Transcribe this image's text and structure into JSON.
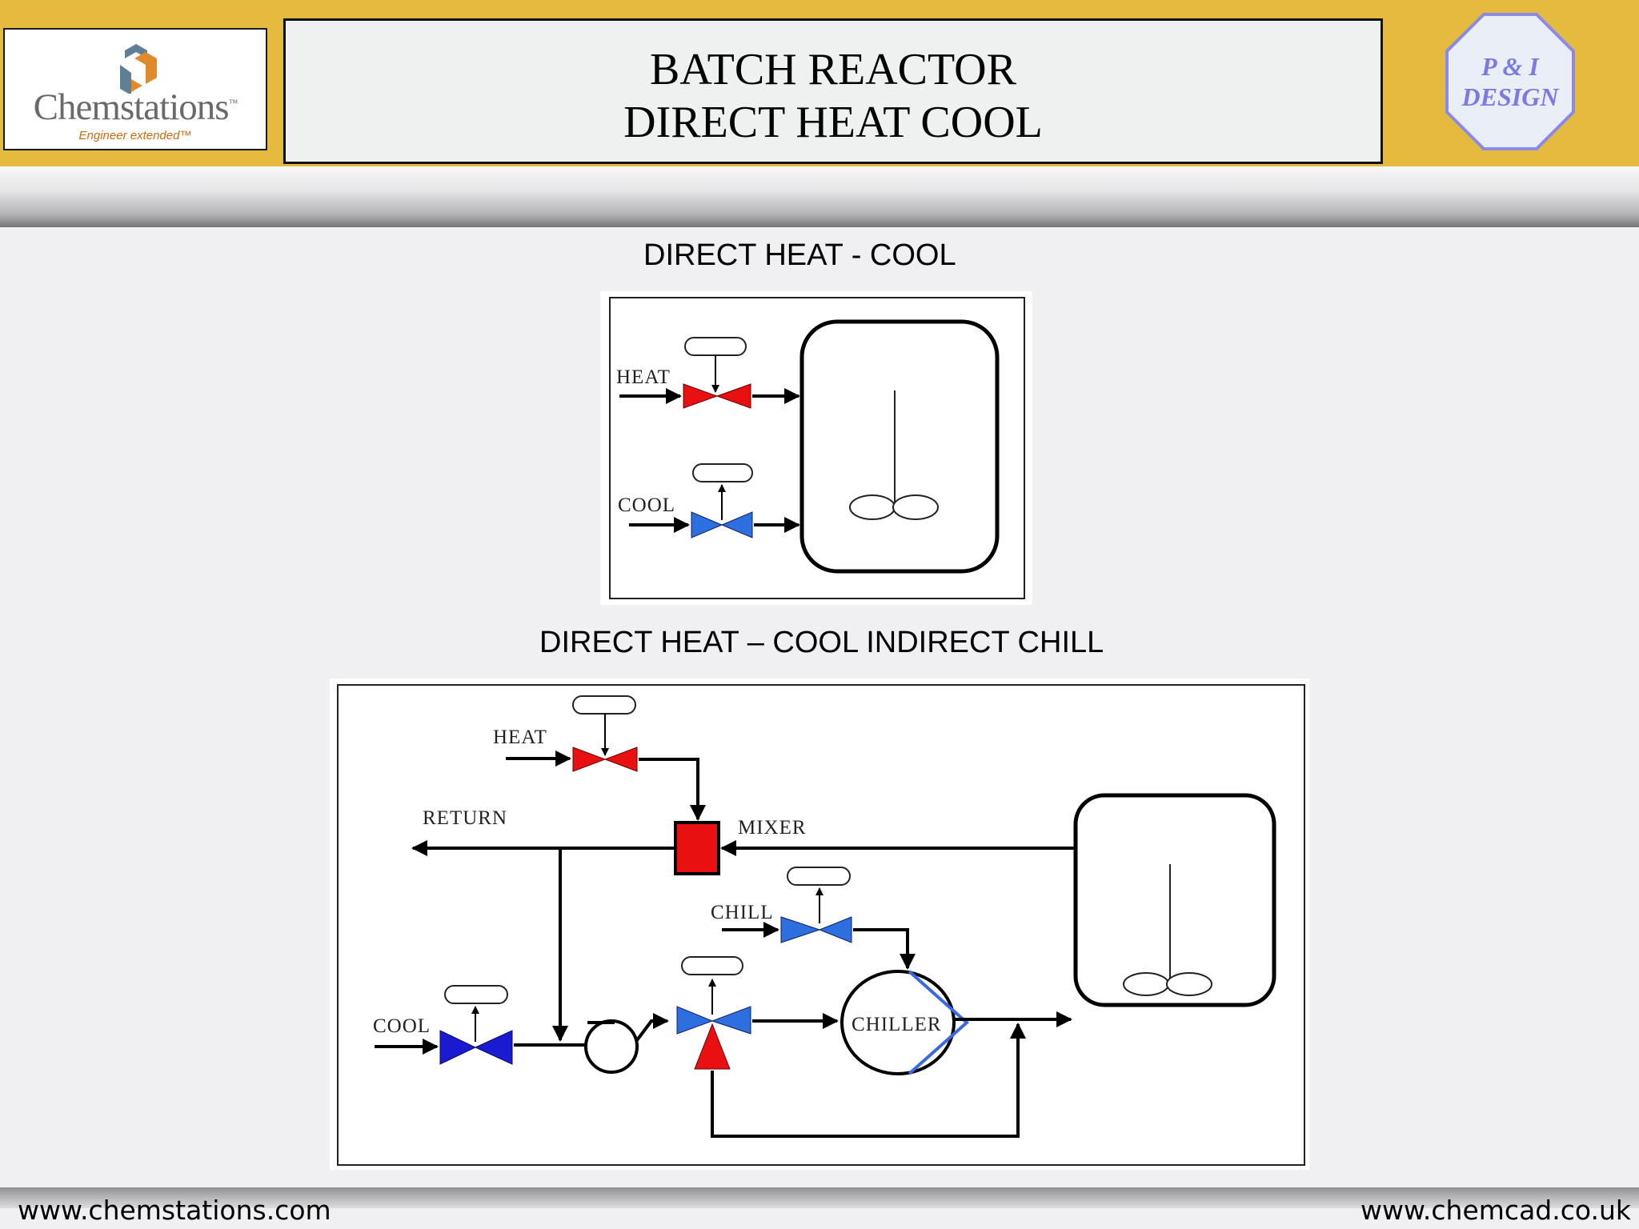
{
  "header": {
    "logo_word": "Chemstations",
    "logo_tm": "™",
    "logo_tagline": "Engineer extended™",
    "title_line1": "BATCH REACTOR",
    "title_line2": "DIRECT HEAT COOL",
    "badge_line1": "P & I",
    "badge_line2": "DESIGN"
  },
  "section1": {
    "heading": "DIRECT HEAT - COOL",
    "labels": {
      "heat": "HEAT",
      "cool": "COOL"
    }
  },
  "section2": {
    "heading": "DIRECT HEAT – COOL INDIRECT CHILL",
    "labels": {
      "heat": "HEAT",
      "return": "RETURN",
      "mixer": "MIXER",
      "chill": "CHILL",
      "cool": "COOL",
      "chiller": "CHILLER"
    }
  },
  "colors": {
    "header_gold": "#e4ba3f",
    "heat_valve": "#e81010",
    "cool_valve_light": "#2e6fe0",
    "cool_valve_dark": "#1a1ad0",
    "chiller_coil": "#3a6ae0",
    "badge_stroke": "#8a8ae8"
  },
  "footer": {
    "left_url": "www.chemstations.com",
    "right_url": "www.chemcad.co.uk"
  }
}
